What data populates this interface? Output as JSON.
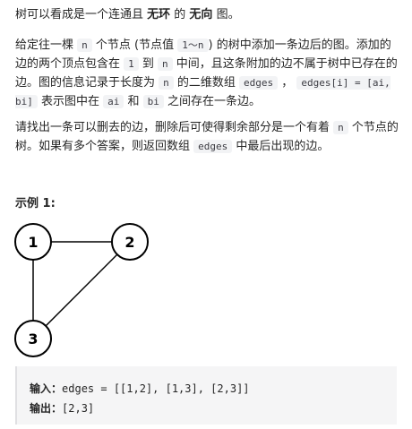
{
  "intro": {
    "a": "树可以看成是一个连通且 ",
    "b1": "无环",
    "b": " 的 ",
    "b2": "无向",
    "c": " 图。"
  },
  "para2": {
    "t1": "给定往一棵 ",
    "c1": "n",
    "t2": " 个节点 (节点值 ",
    "c2": "1～n",
    "t3": ") 的树中添加一条边后的图。添加的边的两个顶点包含在 ",
    "c3": "1",
    "t4": " 到 ",
    "c4": "n",
    "t5": " 中间，且这条附加的边不属于树中已存在的边。图的信息记录于长度为 ",
    "c5": "n",
    "t6": " 的二维数组 ",
    "c6": "edges",
    "t7": " ， ",
    "c7": "edges[i] = [ai, bi]",
    "t8": " 表示图中在 ",
    "c8": "ai",
    "t9": " 和 ",
    "c9": "bi",
    "t10": " 之间存在一条边。"
  },
  "para3": {
    "t1": "请找出一条可以删去的边，删除后可使得剩余部分是一个有着 ",
    "c1": "n",
    "t2": " 个节点的树。如果有多个答案，则返回数组 ",
    "c2": "edges",
    "t3": " 中最后出现的边。"
  },
  "example": {
    "title": "示例 1:",
    "nodes": [
      "1",
      "2",
      "3"
    ],
    "input_label": "输入：",
    "input_value": "edges = [[1,2], [1,3], [2,3]]",
    "output_label": "输出：",
    "output_value": "[2,3]"
  }
}
